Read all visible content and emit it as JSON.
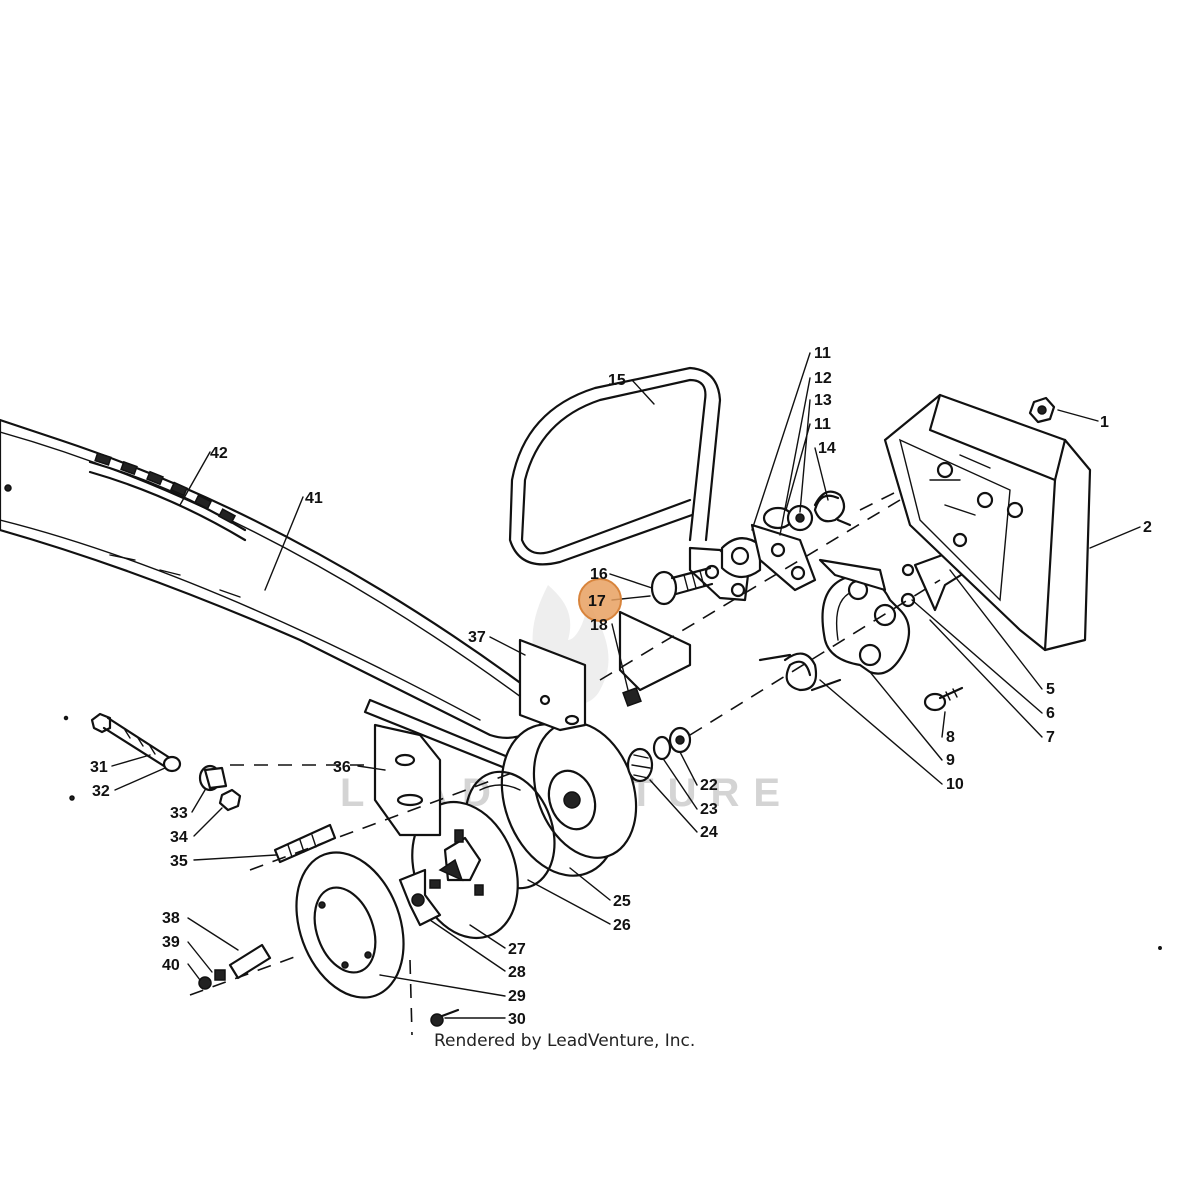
{
  "diagram": {
    "callouts": [
      {
        "id": "c1",
        "text": "1"
      },
      {
        "id": "c2",
        "text": "2"
      },
      {
        "id": "c5",
        "text": "5"
      },
      {
        "id": "c6",
        "text": "6"
      },
      {
        "id": "c7",
        "text": "7"
      },
      {
        "id": "c8",
        "text": "8"
      },
      {
        "id": "c9",
        "text": "9"
      },
      {
        "id": "c10",
        "text": "10"
      },
      {
        "id": "c11a",
        "text": "11"
      },
      {
        "id": "c12",
        "text": "12"
      },
      {
        "id": "c13",
        "text": "13"
      },
      {
        "id": "c11b",
        "text": "11"
      },
      {
        "id": "c14",
        "text": "14"
      },
      {
        "id": "c15",
        "text": "15"
      },
      {
        "id": "c16",
        "text": "16"
      },
      {
        "id": "c17",
        "text": "17"
      },
      {
        "id": "c18",
        "text": "18"
      },
      {
        "id": "c22",
        "text": "22"
      },
      {
        "id": "c23",
        "text": "23"
      },
      {
        "id": "c24",
        "text": "24"
      },
      {
        "id": "c25",
        "text": "25"
      },
      {
        "id": "c26",
        "text": "26"
      },
      {
        "id": "c27",
        "text": "27"
      },
      {
        "id": "c28",
        "text": "28"
      },
      {
        "id": "c29",
        "text": "29"
      },
      {
        "id": "c30",
        "text": "30"
      },
      {
        "id": "c31",
        "text": "31"
      },
      {
        "id": "c32",
        "text": "32"
      },
      {
        "id": "c33",
        "text": "33"
      },
      {
        "id": "c34",
        "text": "34"
      },
      {
        "id": "c35",
        "text": "35"
      },
      {
        "id": "c36",
        "text": "36"
      },
      {
        "id": "c37",
        "text": "37"
      },
      {
        "id": "c38",
        "text": "38"
      },
      {
        "id": "c39",
        "text": "39"
      },
      {
        "id": "c40",
        "text": "40"
      },
      {
        "id": "c41",
        "text": "41"
      },
      {
        "id": "c42",
        "text": "42"
      }
    ],
    "highlighted_callout": "17",
    "highlight_color": "#e8a060",
    "watermark": "LEADVENTURE",
    "credit": "Rendered by LeadVenture, Inc."
  }
}
